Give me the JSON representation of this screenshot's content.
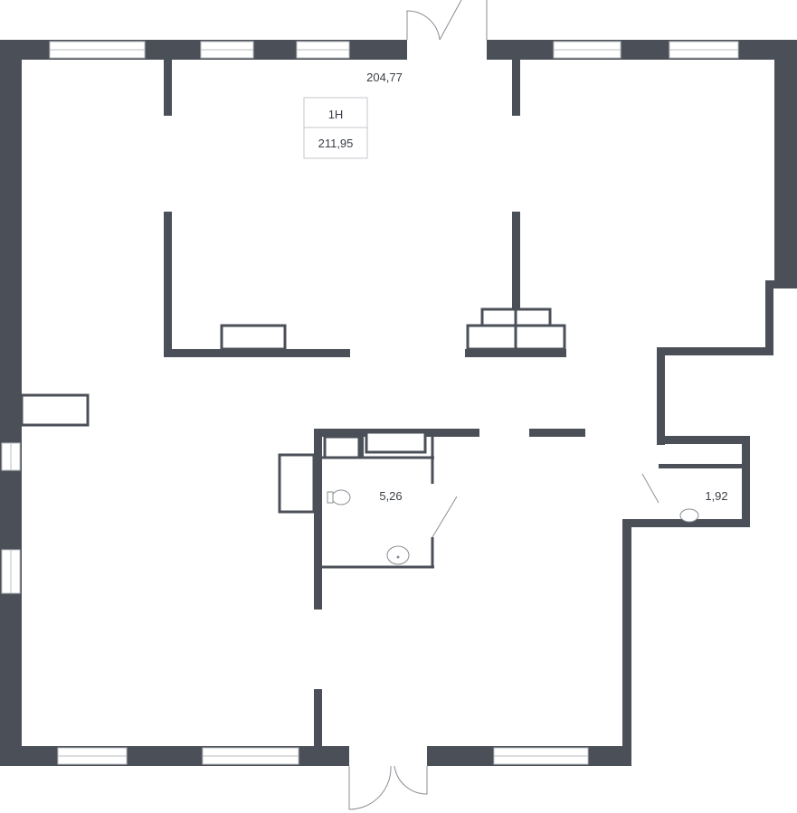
{
  "plan": {
    "unit_label": "1Н",
    "unit_area": "211,95",
    "main_area": "204,77",
    "rooms": [
      {
        "id": "wc-1",
        "area": "5,26"
      },
      {
        "id": "wc-2",
        "area": "1,92"
      }
    ],
    "colors": {
      "wall": "#4b5058",
      "window": "#b9bcc1",
      "door": "#8a8e94"
    }
  }
}
